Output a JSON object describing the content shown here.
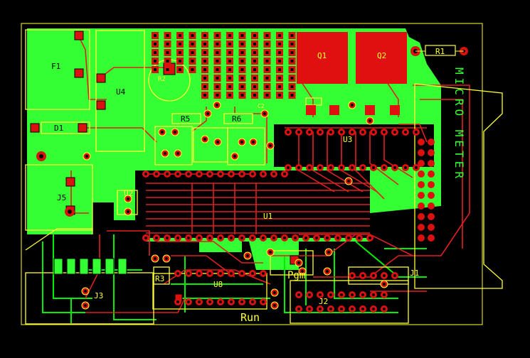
{
  "colors": {
    "background": "#000000",
    "copper_top": "#00ee00",
    "copper_pour": "#33ff33",
    "trace_bottom": "#e02020",
    "silkscreen": "#ffff33",
    "pad": "#dd1010",
    "drill": "#000000"
  },
  "labels": {
    "f1": "F1",
    "u4": "U4",
    "d1": "D1",
    "j5": "J5",
    "u2": "U2",
    "r2": "R2",
    "r5": "R5",
    "r6": "R6",
    "c2": "C2",
    "q1": "Q1",
    "q2": "Q2",
    "r1": "R1",
    "u3": "U3",
    "u1": "U1",
    "j3": "J3",
    "r3": "R3",
    "u8": "U8",
    "pgm": "Pgm",
    "run": "Run",
    "j1": "J1",
    "j2": "J2",
    "vertical_text": "MICRO METER"
  },
  "icons": {
    "via": "via-icon",
    "pad": "pad-icon"
  }
}
